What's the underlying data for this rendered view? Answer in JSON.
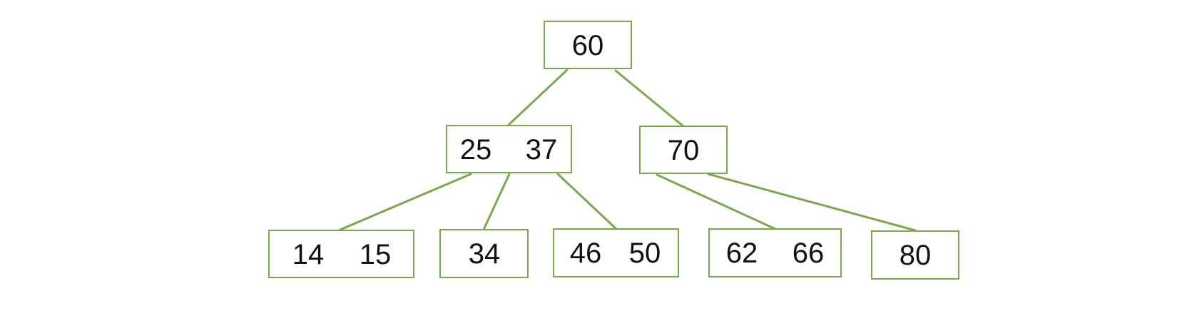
{
  "colors": {
    "node_border": "#7aa84f",
    "edge": "#7aa84f",
    "text": "#111111",
    "background": "#ffffff"
  },
  "tree": {
    "nodes": [
      {
        "id": "root",
        "keys": [
          "60"
        ]
      },
      {
        "id": "n1",
        "keys": [
          "25",
          "37"
        ]
      },
      {
        "id": "n2",
        "keys": [
          "70"
        ]
      },
      {
        "id": "l1",
        "keys": [
          "14",
          "15"
        ]
      },
      {
        "id": "l2",
        "keys": [
          "34"
        ]
      },
      {
        "id": "l3",
        "keys": [
          "46",
          "50"
        ]
      },
      {
        "id": "l4",
        "keys": [
          "62",
          "66"
        ]
      },
      {
        "id": "l5",
        "keys": [
          "80"
        ]
      }
    ],
    "edges": [
      {
        "from": "root",
        "to": "n1"
      },
      {
        "from": "root",
        "to": "n2"
      },
      {
        "from": "n1",
        "to": "l1"
      },
      {
        "from": "n1",
        "to": "l2"
      },
      {
        "from": "n1",
        "to": "l3"
      },
      {
        "from": "n2",
        "to": "l4"
      },
      {
        "from": "n2",
        "to": "l5"
      }
    ]
  }
}
